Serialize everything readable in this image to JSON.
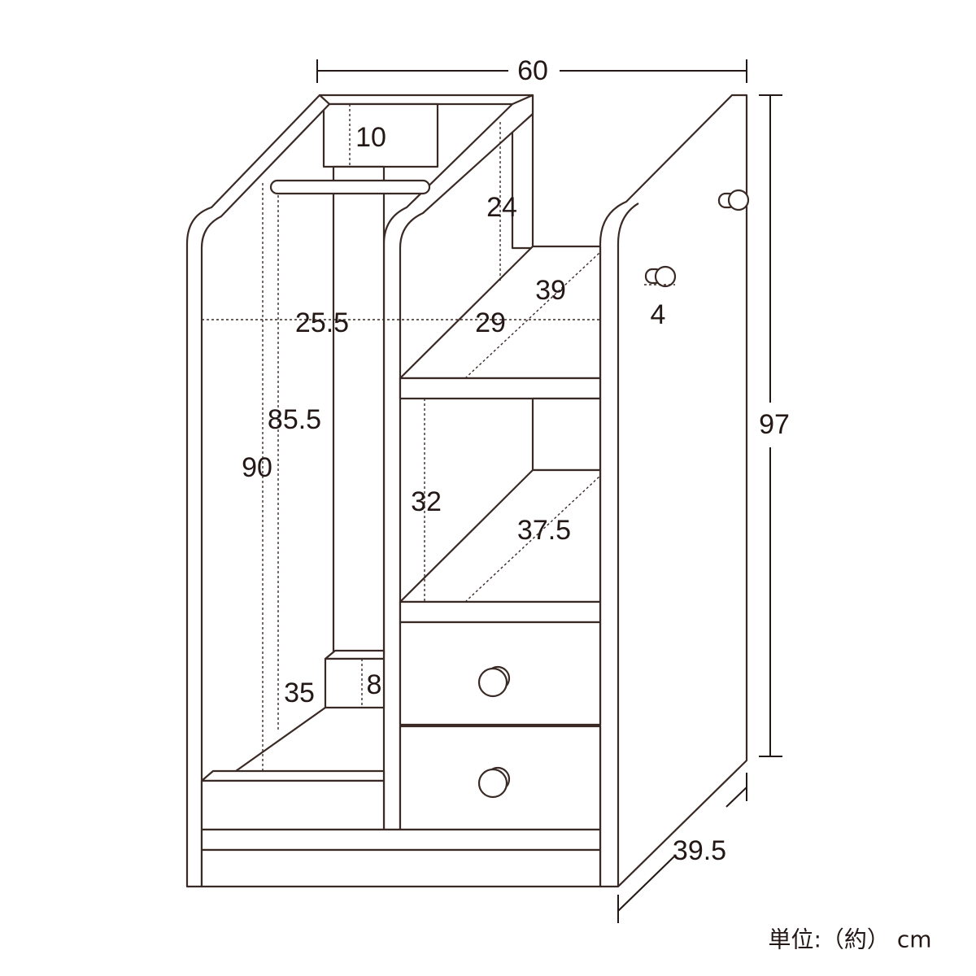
{
  "title": "Furniture dimension diagram",
  "line_color": "#3a2a25",
  "dimensions": {
    "overall_width": "60",
    "overall_height": "97",
    "overall_depth": "39.5",
    "top_box_height": "10",
    "upper_right_height": "24",
    "upper_shelf_depth": "39",
    "hanging_width": "25.5",
    "shelf_width": "29",
    "hook_size": "4",
    "hanging_inner_height": "85.5",
    "hanging_height": "90",
    "lower_shelf_height": "32",
    "lower_shelf_depth": "37.5",
    "bottom_depth": "35",
    "bottom_box_height": "8"
  },
  "unit_label": "単位:（約） cm"
}
